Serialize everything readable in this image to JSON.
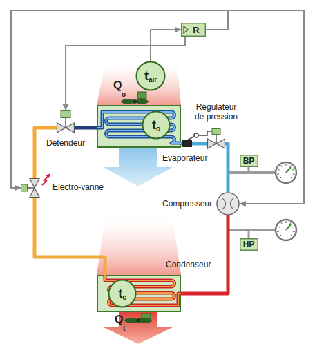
{
  "diagram": {
    "nodes": [
      {
        "text": [
          "R"
        ]
      },
      {
        "text": [
          "t",
          "air"
        ]
      },
      {
        "text": [
          "Détendeur"
        ]
      },
      {
        "text": [
          "Evaporateur"
        ]
      },
      {
        "text": [
          "t",
          "o"
        ],
        "in": 3
      },
      {
        "text": [
          "Régulateur de pression"
        ]
      },
      {
        "text": [
          "BP"
        ]
      },
      {
        "text": [
          "Electro-vanne"
        ]
      },
      {
        "text": [
          "Compresseur"
        ]
      },
      {
        "text": [
          "HP"
        ]
      },
      {
        "text": [
          "Condenseur"
        ]
      },
      {
        "text": [
          "t",
          "c"
        ],
        "in": 10
      }
    ],
    "edges": [
      {
        "from": 1,
        "to": 0,
        "arrow": "to"
      },
      {
        "from": 0,
        "to": 2,
        "arrow": "to"
      },
      {
        "from": 0,
        "to": 7,
        "arrow": "to"
      },
      {
        "from": 0,
        "to": 8,
        "arrow": "to"
      },
      {
        "from": 2,
        "to": 3,
        "arrow": "none"
      },
      {
        "from": 3,
        "to": 5,
        "arrow": "none"
      },
      {
        "from": 5,
        "to": 8,
        "arrow": "none"
      },
      {
        "from": 8,
        "to": 10,
        "arrow": "none"
      },
      {
        "from": 10,
        "to": 7,
        "arrow": "none"
      },
      {
        "from": 7,
        "to": 2,
        "arrow": "none"
      }
    ],
    "labels": [
      "Q",
      "o",
      "Q",
      "t"
    ]
  }
}
